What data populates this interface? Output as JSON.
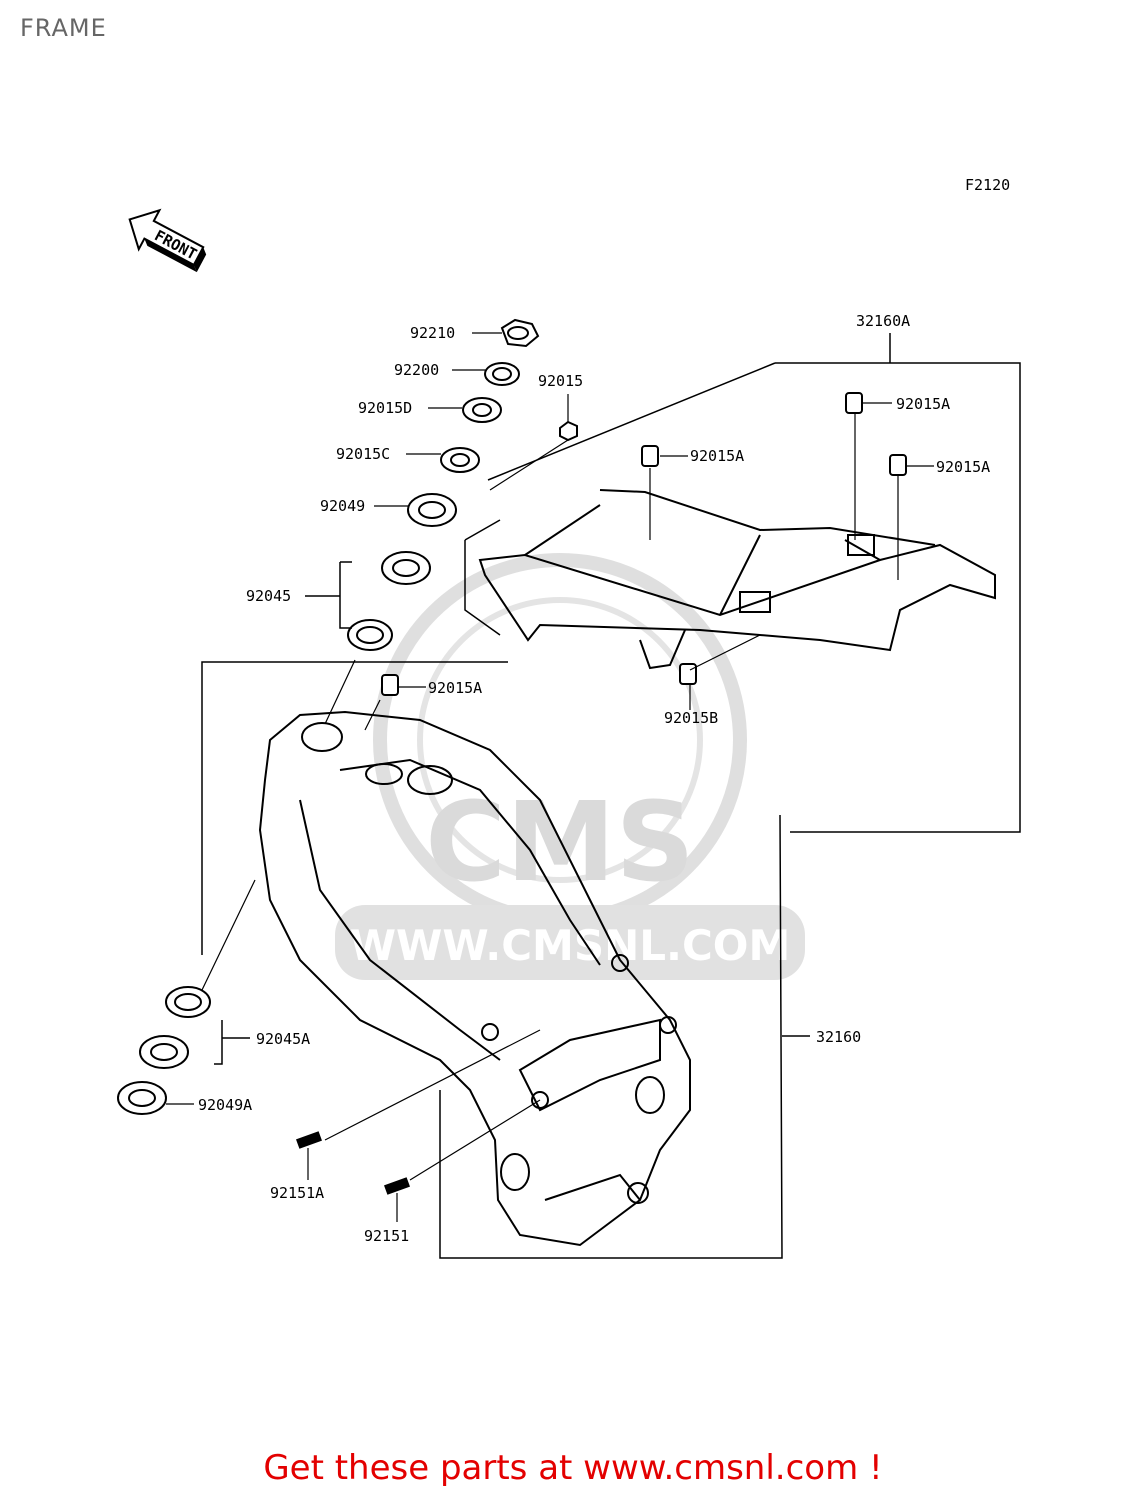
{
  "page": {
    "title": "FRAME",
    "figure_code": "F2120"
  },
  "front_arrow": {
    "label": "FRONT"
  },
  "watermark": {
    "text": "WWW.CMSNL.COM",
    "logo": "CMS"
  },
  "parts": [
    {
      "ref": "92210"
    },
    {
      "ref": "92200"
    },
    {
      "ref": "92015D"
    },
    {
      "ref": "92015C"
    },
    {
      "ref": "92015"
    },
    {
      "ref": "92049"
    },
    {
      "ref": "92045"
    },
    {
      "ref": "32160A"
    },
    {
      "ref": "92015A"
    },
    {
      "ref": "92015A"
    },
    {
      "ref": "92015A"
    },
    {
      "ref": "92015A"
    },
    {
      "ref": "92015B"
    },
    {
      "ref": "92045A"
    },
    {
      "ref": "92049A"
    },
    {
      "ref": "32160"
    },
    {
      "ref": "92151A"
    },
    {
      "ref": "92151"
    }
  ],
  "footer": {
    "text": "Get these parts at www.cmsnl.com !"
  },
  "colors": {
    "footer": "#e30000",
    "line": "#000000",
    "watermark": "#d0d0d0",
    "title": "#666666"
  }
}
